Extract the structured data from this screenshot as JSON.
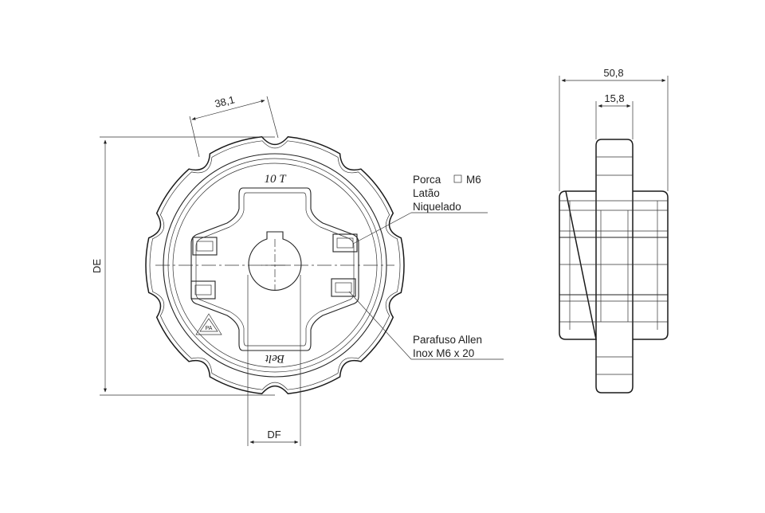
{
  "dimensions": {
    "tooth_pitch": "38,1",
    "outer_diameter": "DE",
    "bore": "DF",
    "total_width": "50,8",
    "hub_width": "15,8"
  },
  "callouts": {
    "nut_line1": "Porca",
    "nut_symbol": "M6",
    "nut_line2": "Latão",
    "nut_line3": "Niquelado",
    "screw_line1": "Parafuso Allen",
    "screw_line2": "Inox M6 x 20"
  },
  "engravings": {
    "teeth": "10 T",
    "brand": "Belt",
    "recycle_code": "PA"
  }
}
